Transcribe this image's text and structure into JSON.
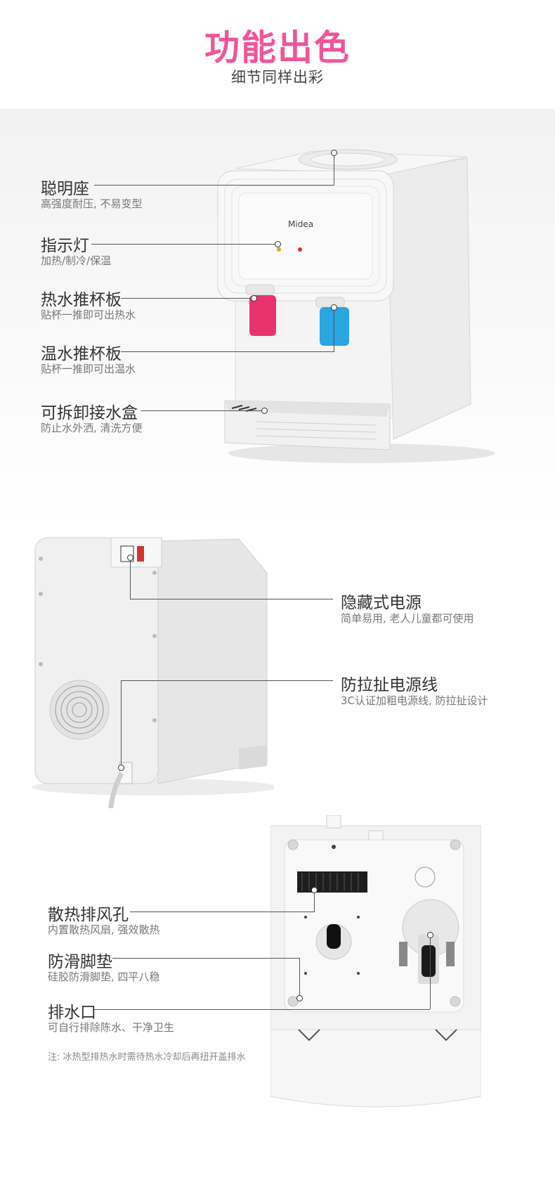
{
  "header": {
    "title": "功能出色",
    "subtitle": "细节同样出彩"
  },
  "section_front": {
    "brand": "Midea",
    "features": [
      {
        "label": "聪明座",
        "desc": "高强度耐压, 不易变型"
      },
      {
        "label": "指示灯",
        "desc": "加热/制冷/保温"
      },
      {
        "label": "热水推杯板",
        "desc": "贴杯一推即可出热水"
      },
      {
        "label": "温水推杯板",
        "desc": "贴杯一推即可出温水"
      },
      {
        "label": "可拆卸接水盒",
        "desc": "防止水外洒, 清洗方便"
      }
    ],
    "colors": {
      "hot": "#e8336f",
      "warm": "#2aa6e0",
      "title": "#f0559a"
    }
  },
  "section_back": {
    "features": [
      {
        "label": "隐藏式电源",
        "desc": "简单易用, 老人儿童都可使用"
      },
      {
        "label": "防拉扯电源线",
        "desc": "3C认证加粗电源线, 防拉扯设计"
      }
    ]
  },
  "section_bottom": {
    "features": [
      {
        "label": "散热排风孔",
        "desc": "内置散热风扇, 强效散热"
      },
      {
        "label": "防滑脚垫",
        "desc": "硅胶防滑脚垫, 四平八稳"
      },
      {
        "label": "排水口",
        "desc": "可自行排除陈水、干净卫生"
      }
    ],
    "note": "注: 冰热型排热水时需待热水冷却后再扭开盖排水"
  }
}
